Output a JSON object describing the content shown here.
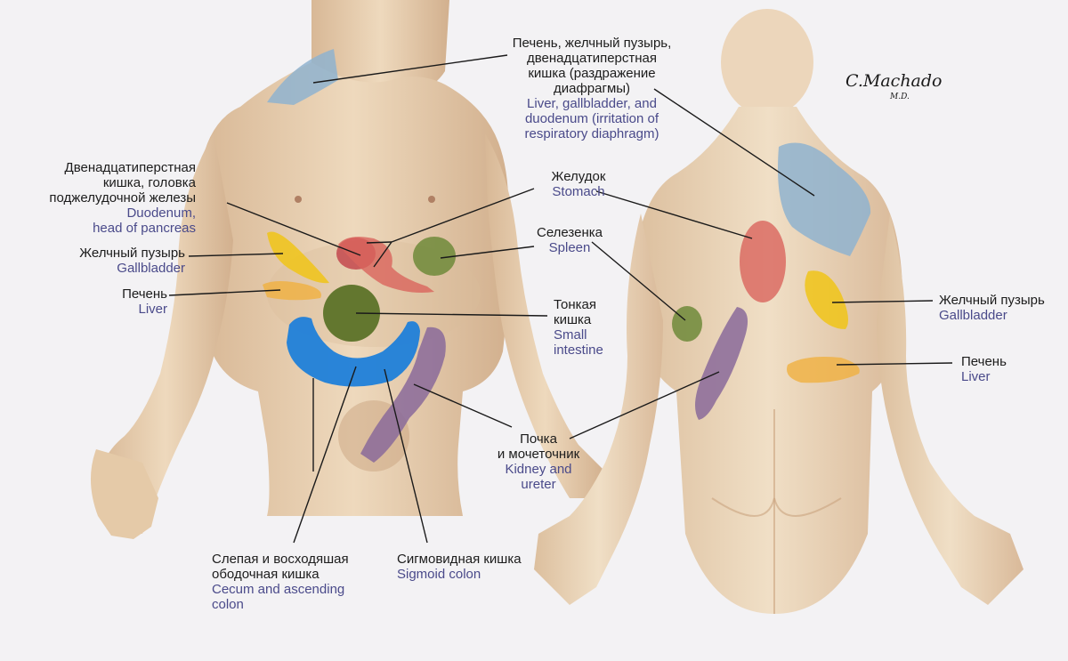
{
  "labels": {
    "liver_gb_duod": {
      "ru": [
        "Печень, желчный пузырь,",
        "двенадцатиперстная",
        "кишка (раздражение",
        "диафрагмы)"
      ],
      "en": [
        "Liver, gallbladder, and",
        "duodenum (irritation of",
        "respiratory diaphragm)"
      ]
    },
    "duod_pancreas": {
      "ru": [
        "Двенадцатиперстная",
        "кишка, головка",
        "поджелудочной железы"
      ],
      "en": [
        "Duodenum,",
        "head of pancreas"
      ]
    },
    "gallbladder_front": {
      "ru": [
        "Желчный пузырь"
      ],
      "en": [
        "Gallbladder"
      ]
    },
    "liver_front": {
      "ru": [
        "Печень"
      ],
      "en": [
        "Liver"
      ]
    },
    "stomach": {
      "ru": [
        "Желудок"
      ],
      "en": [
        "Stomach"
      ]
    },
    "spleen": {
      "ru": [
        "Селезенка"
      ],
      "en": [
        "Spleen"
      ]
    },
    "small_intestine": {
      "ru": [
        "Тонкая",
        "кишка"
      ],
      "en": [
        "Small",
        "intestine"
      ]
    },
    "kidney": {
      "ru": [
        "Почка",
        "и мочеточник"
      ],
      "en": [
        "Kidney and",
        "ureter"
      ]
    },
    "cecum": {
      "ru": [
        "Слепая и восходяшая",
        "ободочная кишка"
      ],
      "en": [
        "Cecum and ascending",
        "colon"
      ]
    },
    "sigmoid": {
      "ru": [
        "Сигмовидная кишка"
      ],
      "en": [
        "Sigmoid colon"
      ]
    },
    "gallbladder_back": {
      "ru": [
        "Желчный пузырь"
      ],
      "en": [
        "Gallbladder"
      ]
    },
    "liver_back": {
      "ru": [
        "Печень"
      ],
      "en": [
        "Liver"
      ]
    }
  },
  "signature": {
    "name": "C.Machado",
    "suffix": "M.D."
  },
  "colors": {
    "skin": "#e9d3b6",
    "skin_shadow": "#cfae8c",
    "background": "#f3f2f4",
    "liver_gb_zone": "#8fb3cf",
    "stomach_zone": "#d9645c",
    "gallbladder_zone": "#f0c418",
    "liver_zone": "#f0b040",
    "spleen_zone": "#6e8a3a",
    "small_intestine_zone": "#5c7228",
    "colon_zone": "#1f7fd9",
    "kidney_zone": "#8a6a9a",
    "leader_line": "#1a1a1a"
  }
}
